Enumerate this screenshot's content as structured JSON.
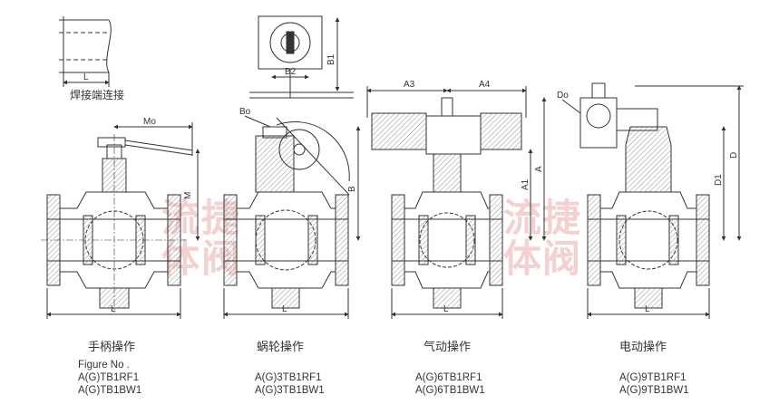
{
  "weld_label": "焊接端连接",
  "dims": {
    "L": "L",
    "M": "M",
    "Mo": "Mo",
    "Bo": "Bo",
    "B": "B",
    "B1": "B1",
    "B2": "B2",
    "A": "A",
    "A1": "A1",
    "A3": "A3",
    "A4": "A4",
    "D": "D",
    "D1": "D1",
    "Do": "Do"
  },
  "operations": [
    {
      "caption": "手柄操作",
      "figure_label": "Figure No .",
      "codes": [
        "A(G)TB1RF1",
        "A(G)TB1BW1"
      ]
    },
    {
      "caption": "蜗轮操作",
      "codes": [
        "A(G)3TB1RF1",
        "A(G)3TB1BW1"
      ]
    },
    {
      "caption": "气动操作",
      "codes": [
        "A(G)6TB1RF1",
        "A(G)6TB1BW1"
      ]
    },
    {
      "caption": "电动操作",
      "codes": [
        "A(G)9TB1RF1",
        "A(G)9TB1BW1"
      ]
    }
  ],
  "watermarks": [
    "流",
    "捷",
    "体",
    "阀"
  ],
  "colors": {
    "line": "#333333",
    "hatch": "#777777",
    "watermark": "#f2c9c9"
  }
}
